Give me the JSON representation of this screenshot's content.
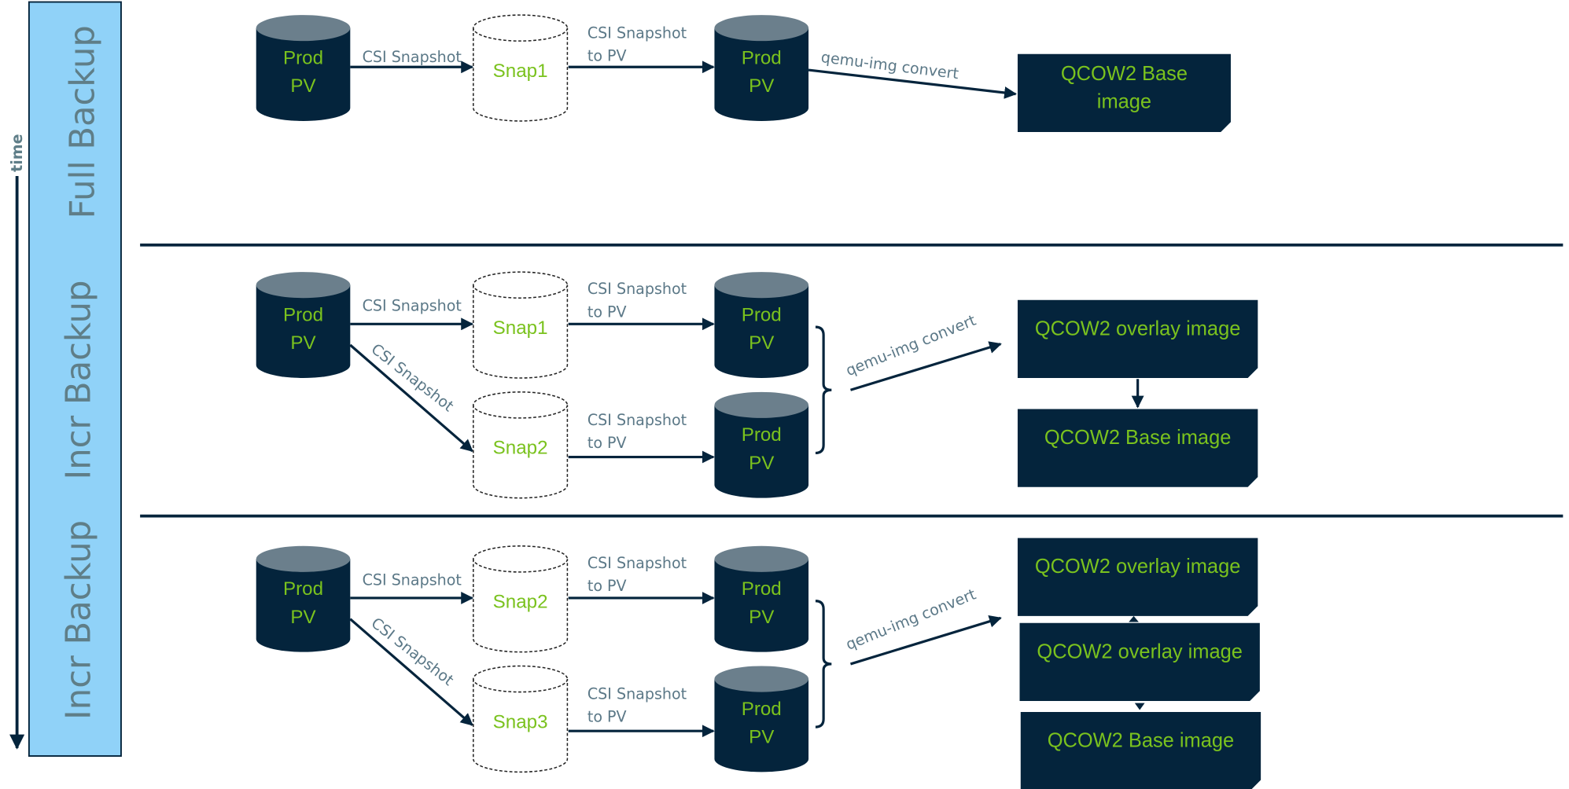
{
  "colors": {
    "navy": "#04243c",
    "cylinder_top": "#6b7f8c",
    "green_text": "#7ac21e",
    "label_gray": "#5b7887",
    "phase_fill": "#90d2f8"
  },
  "timeline": {
    "label": "time"
  },
  "phases": [
    {
      "id": "full",
      "title": "Full Backup",
      "sources": [
        {
          "line1": "Prod",
          "line2": "PV"
        }
      ],
      "snap_edge_labels": [
        "CSI Snapshot"
      ],
      "snapshots": [
        "Snap1"
      ],
      "to_pv_label": [
        "CSI Snapshot",
        "to PV"
      ],
      "restored": [
        {
          "line1": "Prod",
          "line2": "PV"
        }
      ],
      "convert_label": "qemu-img convert",
      "images": [
        {
          "lines": [
            "QCOW2 Base",
            "image"
          ]
        }
      ]
    },
    {
      "id": "incr1",
      "title": "Incr Backup",
      "sources": [
        {
          "line1": "Prod",
          "line2": "PV"
        }
      ],
      "snap_edge_labels": [
        "CSI Snapshot",
        "CSI Snapshot"
      ],
      "snapshots": [
        "Snap1",
        "Snap2"
      ],
      "to_pv_label": [
        "CSI Snapshot",
        "to PV"
      ],
      "restored": [
        {
          "line1": "Prod",
          "line2": "PV"
        },
        {
          "line1": "Prod",
          "line2": "PV"
        }
      ],
      "convert_label": "qemu-img convert",
      "images": [
        {
          "lines": [
            "QCOW2 overlay image"
          ]
        },
        {
          "lines": [
            "QCOW2 Base image"
          ]
        }
      ]
    },
    {
      "id": "incr2",
      "title": "Incr Backup",
      "sources": [
        {
          "line1": "Prod",
          "line2": "PV"
        }
      ],
      "snap_edge_labels": [
        "CSI Snapshot",
        "CSI Snapshot"
      ],
      "snapshots": [
        "Snap2",
        "Snap3"
      ],
      "to_pv_label": [
        "CSI Snapshot",
        "to PV"
      ],
      "restored": [
        {
          "line1": "Prod",
          "line2": "PV"
        },
        {
          "line1": "Prod",
          "line2": "PV"
        }
      ],
      "convert_label": "qemu-img convert",
      "images": [
        {
          "lines": [
            "QCOW2 overlay image"
          ]
        },
        {
          "lines": [
            "QCOW2 overlay image"
          ]
        },
        {
          "lines": [
            "QCOW2 Base image"
          ]
        }
      ]
    }
  ]
}
